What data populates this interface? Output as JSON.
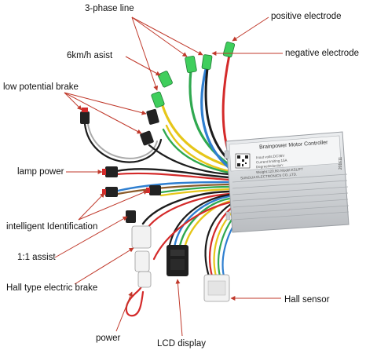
{
  "labels": {
    "three_phase": "3-phase line",
    "positive": "positive electrode",
    "negative": "negative electrode",
    "assist_6kmh": "6km/h asist",
    "low_brake": "low potential brake",
    "lamp_power": "lamp power",
    "intelligent_id": "intelligent Identification",
    "assist_1_1": "1:1 assist",
    "hall_brake": "Hall type electric brake",
    "hall_sensor": "Hall sensor",
    "power": "power",
    "lcd_display": "LCD display"
  },
  "controller": {
    "title": "Brainpower Motor Controller",
    "spec_voltage": "Inout volts:DC36V",
    "spec_current": "Current limiting:15A",
    "spec_angle": "Degreelinduction:",
    "spec_weight": "Weight:120.8G  Model:KSL/FT",
    "maker": "SUNGUA ELECTRONICS CO.,LTD.",
    "id": "201611"
  },
  "colors": {
    "arrow": "#c0392b",
    "label_text": "#111111",
    "case": "#d4d6d8",
    "wire_yellow": "#e6c619",
    "wire_blue": "#2f7fd0",
    "wire_green": "#2fa84f",
    "wire_red": "#d42a2a",
    "wire_black": "#1c1c1c",
    "connector_green": "#3fce5c",
    "connector_black": "#222222",
    "connector_white": "#f2f2f2"
  }
}
